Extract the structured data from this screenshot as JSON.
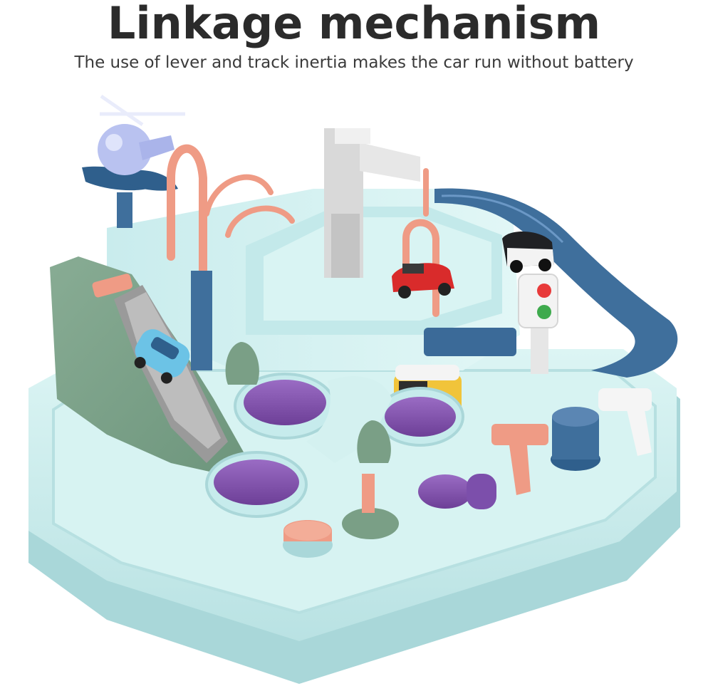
{
  "header": {
    "title": "Linkage mechanism",
    "subtitle": "The use of lever and track inertia makes the car run without battery"
  },
  "colors": {
    "base": "#cdeeee",
    "base_shadow": "#a8d6d8",
    "track_blue": "#3f6f9c",
    "hill_green": "#7a9f86",
    "purple": "#8a5cb3",
    "salmon": "#ef9b85",
    "heli": "#b9c2f0"
  },
  "objects": [
    {
      "name": "helicopter",
      "icon": "helicopter-icon"
    },
    {
      "name": "crane",
      "icon": "crane-icon"
    },
    {
      "name": "police-car",
      "icon": "police-car-icon"
    },
    {
      "name": "fire-car",
      "icon": "fire-car-icon"
    },
    {
      "name": "blue-car",
      "icon": "blue-car-icon"
    },
    {
      "name": "school-bus",
      "icon": "bus-icon"
    },
    {
      "name": "traffic-light",
      "icon": "traffic-light-icon"
    },
    {
      "name": "tree",
      "icon": "tree-icon"
    }
  ]
}
